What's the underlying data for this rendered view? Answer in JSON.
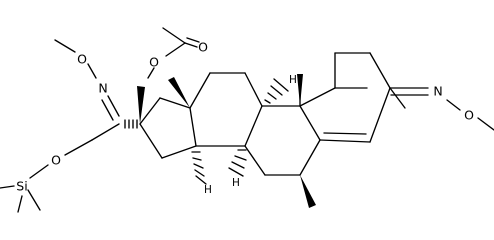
{
  "diagram": {
    "atoms": {
      "o_ester_carbonyl": "O",
      "o_ester_link": "O",
      "o_methoxy_left": "O",
      "n_oxime_left": "N",
      "o_silyl_ether": "O",
      "si": "Si",
      "n_oxime_right": "N",
      "o_methoxy_right": "O",
      "h_9": "H",
      "h_8": "H",
      "h_14": "H"
    }
  }
}
